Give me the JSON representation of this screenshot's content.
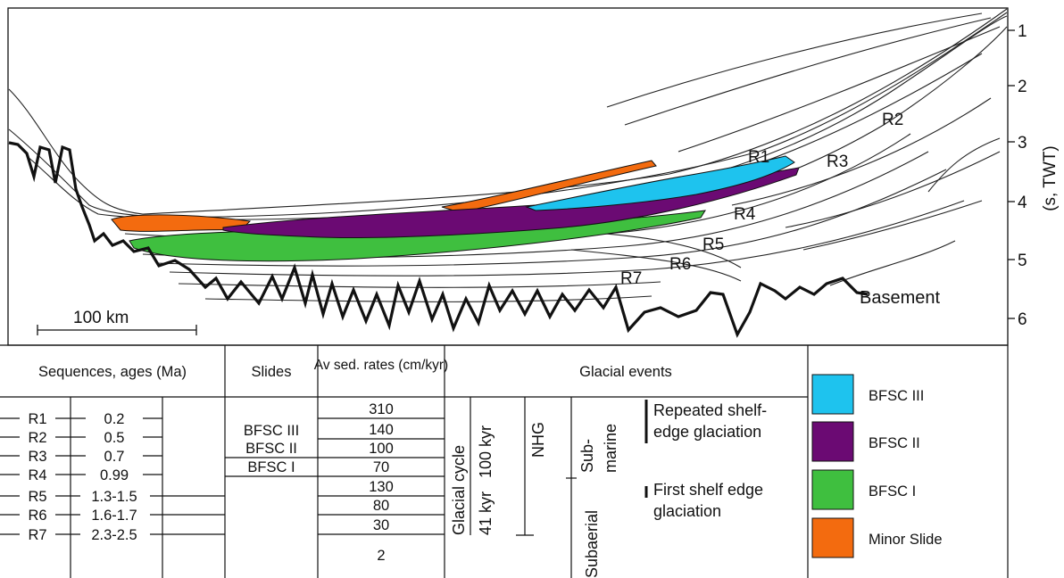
{
  "section": {
    "reflectors": [
      "R1",
      "R2",
      "R3",
      "R4",
      "R5",
      "R6",
      "R7"
    ],
    "basement_label": "Basement",
    "scale_bar_label": "100 km",
    "twt_axis": {
      "label": "(s, TWT)",
      "ticks": [
        "1",
        "2",
        "3",
        "4",
        "5",
        "6"
      ]
    },
    "unit_colors": {
      "BFSC III": "#1ec3ee",
      "BFSC II": "#6b0a73",
      "BFSC I": "#3fbf3f",
      "Minor Slide": "#f36b0f"
    }
  },
  "table": {
    "headers": {
      "sequences": "Sequences, ages (Ma)",
      "slides": "Slides",
      "rates": "Av sed. rates (cm/kyr)",
      "glacial": "Glacial events"
    },
    "sequences": [
      {
        "name": "R1",
        "age": "0.2"
      },
      {
        "name": "R2",
        "age": "0.5"
      },
      {
        "name": "R3",
        "age": "0.7"
      },
      {
        "name": "R4",
        "age": "0.99"
      },
      {
        "name": "R5",
        "age": "1.3-1.5"
      },
      {
        "name": "R6",
        "age": "1.6-1.7"
      },
      {
        "name": "R7",
        "age": "2.3-2.5"
      }
    ],
    "slides": [
      "BFSC III",
      "BFSC II",
      "BFSC I"
    ],
    "rates": [
      "310",
      "140",
      "100",
      "70",
      "130",
      "80",
      "30",
      "2"
    ],
    "glacial": {
      "cycle": "Glacial cycle",
      "kyr41": "41 kyr",
      "kyr100": "100 kyr",
      "nhg": "NHG",
      "submarine_1": "Sub-",
      "submarine_2": "marine",
      "subaerial": "Subaerial",
      "repeated_1": "Repeated shelf-",
      "repeated_2": "edge glaciation",
      "first_1": "First shelf edge",
      "first_2": "glaciation"
    }
  },
  "legend": [
    {
      "label": "BFSC III",
      "color": "#1ec3ee"
    },
    {
      "label": "BFSC II",
      "color": "#6b0a73"
    },
    {
      "label": "BFSC I",
      "color": "#3fbf3f"
    },
    {
      "label": "Minor Slide",
      "color": "#f36b0f"
    }
  ]
}
